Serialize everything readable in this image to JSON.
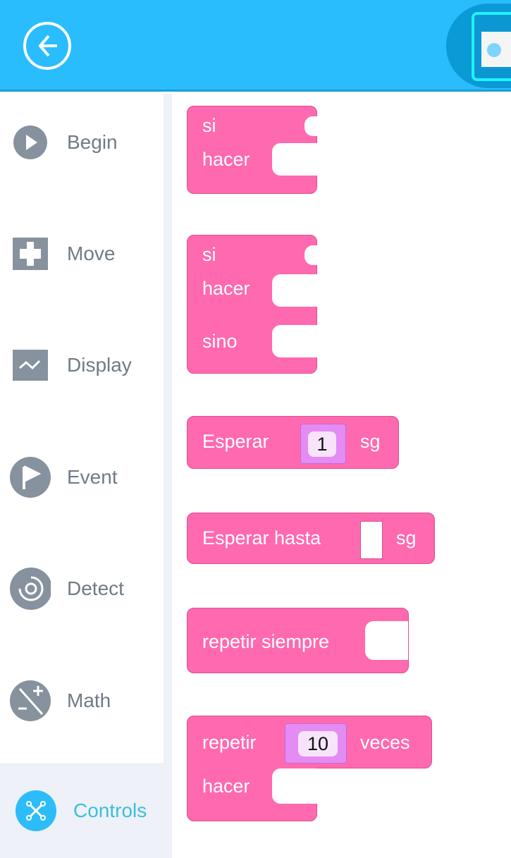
{
  "header": {
    "back_icon": "arrow-left-circle-icon"
  },
  "sidebar": {
    "items": [
      {
        "label": "Begin",
        "icon": "play-icon"
      },
      {
        "label": "Move",
        "icon": "dpad-icon"
      },
      {
        "label": "Display",
        "icon": "display-wave-icon"
      },
      {
        "label": "Event",
        "icon": "flag-icon"
      },
      {
        "label": "Detect",
        "icon": "radar-icon"
      },
      {
        "label": "Math",
        "icon": "plus-minus-icon"
      },
      {
        "label": "Controls",
        "icon": "controls-icon",
        "selected": true
      }
    ]
  },
  "blocks": {
    "if_do": {
      "si": "si",
      "hacer": "hacer"
    },
    "if_else": {
      "si": "si",
      "hacer": "hacer",
      "sino": "sino"
    },
    "wait": {
      "label": "Esperar",
      "value": "1",
      "unit": "sg"
    },
    "wait_until": {
      "label": "Esperar hasta",
      "unit": "sg"
    },
    "forever": {
      "label": "repetir siempre"
    },
    "repeat": {
      "label": "repetir",
      "value": "10",
      "unit": "veces",
      "hacer": "hacer"
    }
  },
  "colors": {
    "header": "#29bdfe",
    "block": "#ff69b0",
    "accent": "#3bbfd9"
  }
}
